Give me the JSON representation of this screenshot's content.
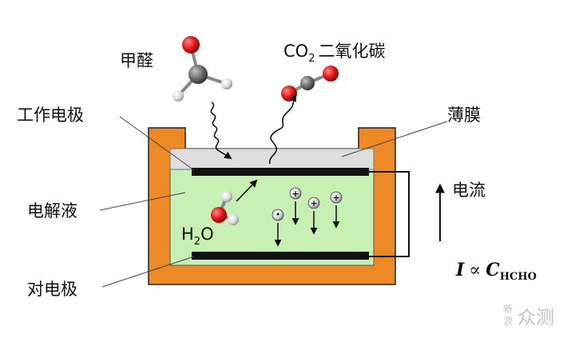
{
  "labels": {
    "formaldehyde": "甲醛",
    "co2_main": "CO",
    "co2_sub": "2",
    "carbon_dioxide": "二氧化碳",
    "working_electrode": "工作电极",
    "thin_film": "薄膜",
    "electrolyte": "电解液",
    "current": "电流",
    "water_main": "H",
    "water_sub": "2",
    "water_end": "O",
    "counter_electrode": "对电极",
    "formula_I": "I",
    "formula_prop": "∝",
    "formula_C": "C",
    "formula_sub": "HCHO"
  },
  "watermark": {
    "stack_top": "新",
    "stack_bottom": "浪",
    "text": "众测"
  },
  "colors": {
    "housing": "#ee8a25",
    "electrolyte": "#c8efb4",
    "film": "#dedede",
    "electrode": "#111111",
    "oxygen": "#e02020",
    "carbon": "#6a6a6a",
    "hydrogen": "#e8e8e8"
  }
}
